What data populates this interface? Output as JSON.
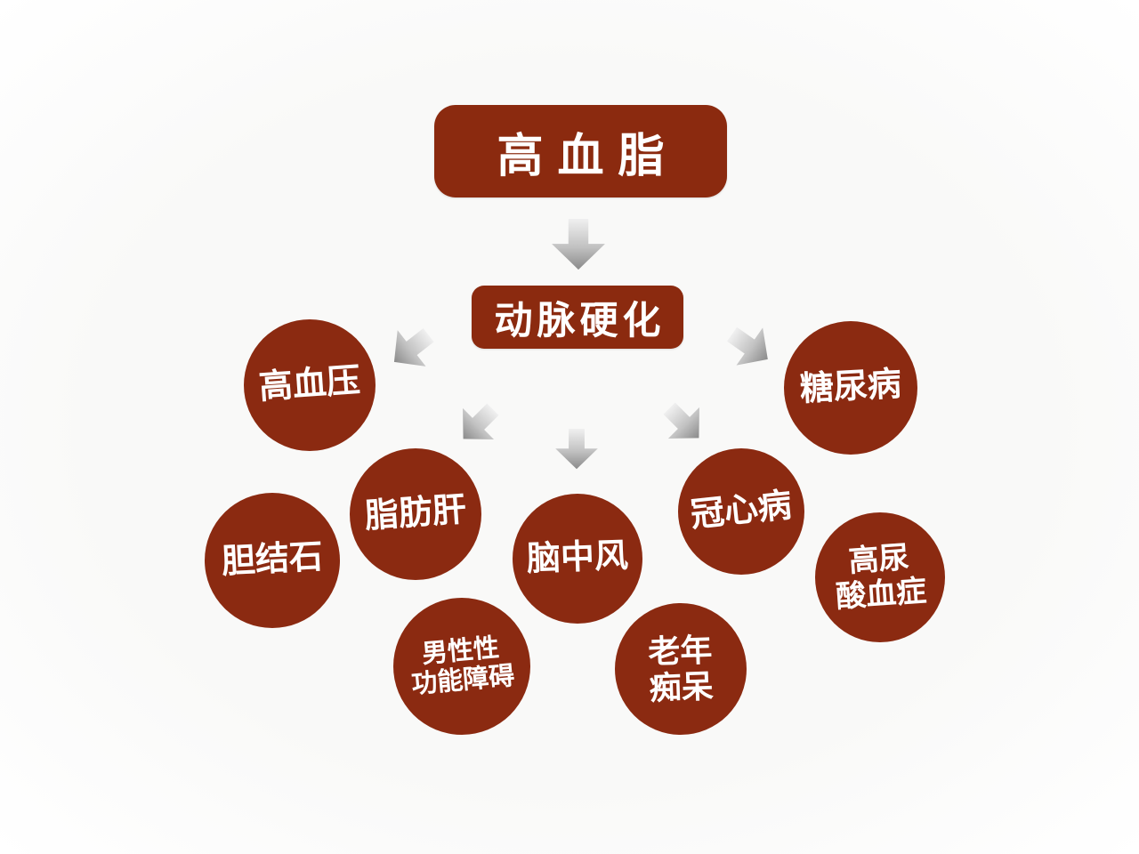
{
  "diagram": {
    "root_label": "高血脂",
    "hub_label": "动脉硬化",
    "outcomes": [
      {
        "label": "高血压"
      },
      {
        "label": "糖尿病"
      },
      {
        "label": "胆结石"
      },
      {
        "label": "脂肪肝"
      },
      {
        "label": "脑中风"
      },
      {
        "label": "冠心病"
      },
      {
        "label": "高尿酸血症",
        "lines": [
          "高尿",
          "酸血症"
        ]
      },
      {
        "label": "男性性功能障碍",
        "lines": [
          "男性性",
          "功能障碍"
        ]
      },
      {
        "label": "老年痴呆",
        "lines": [
          "老年",
          "痴呆"
        ]
      }
    ],
    "colors": {
      "node_fill": "#8B2A11",
      "box_fill": "#8B2A0F",
      "text": "#FFFFFF",
      "arrow_from": "#F0F0F0",
      "arrow_mid": "#C2C2C2",
      "arrow_to": "#8A8A8A",
      "background": "#F9F9F8"
    }
  }
}
